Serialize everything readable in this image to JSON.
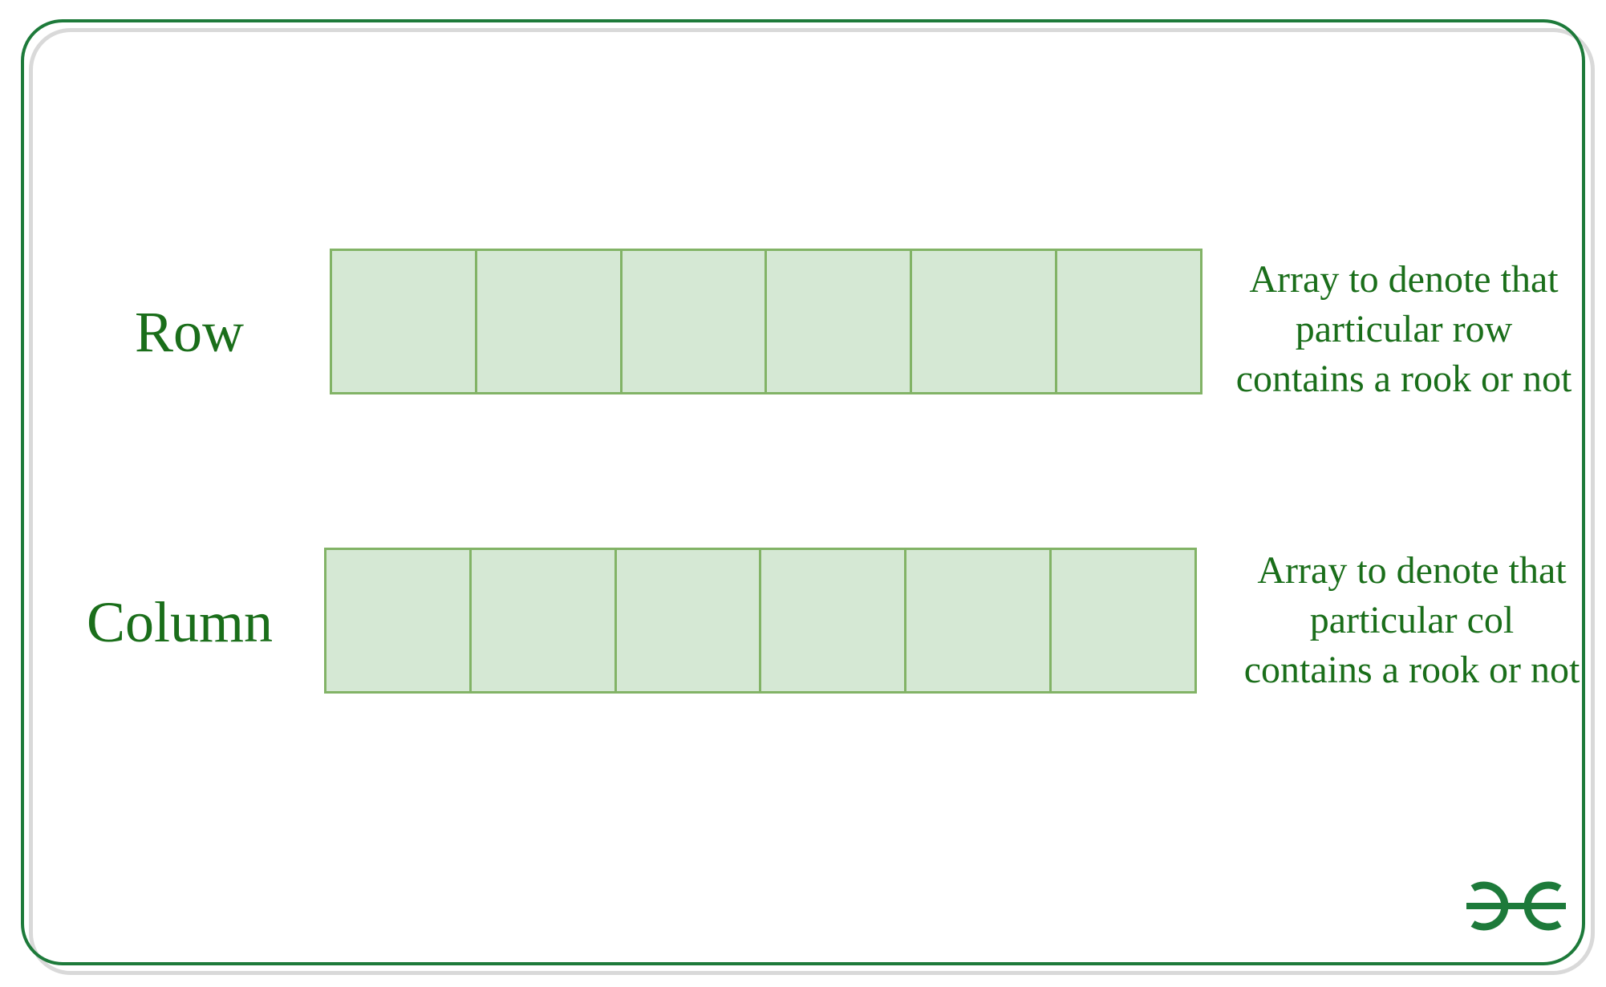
{
  "row": {
    "label": "Row",
    "cells": 6,
    "description": [
      "Array to denote that",
      "particular row",
      "contains a rook or not"
    ]
  },
  "column": {
    "label": "Column",
    "cells": 6,
    "description": [
      "Array to denote that",
      "particular col",
      "contains a rook or not"
    ]
  },
  "colors": {
    "frame": "#1d7a3a",
    "text": "#1a6e1a",
    "cell_fill": "#d5e8d4",
    "cell_border": "#82b366"
  },
  "logo": {
    "icon": "gfg-logo-icon"
  }
}
